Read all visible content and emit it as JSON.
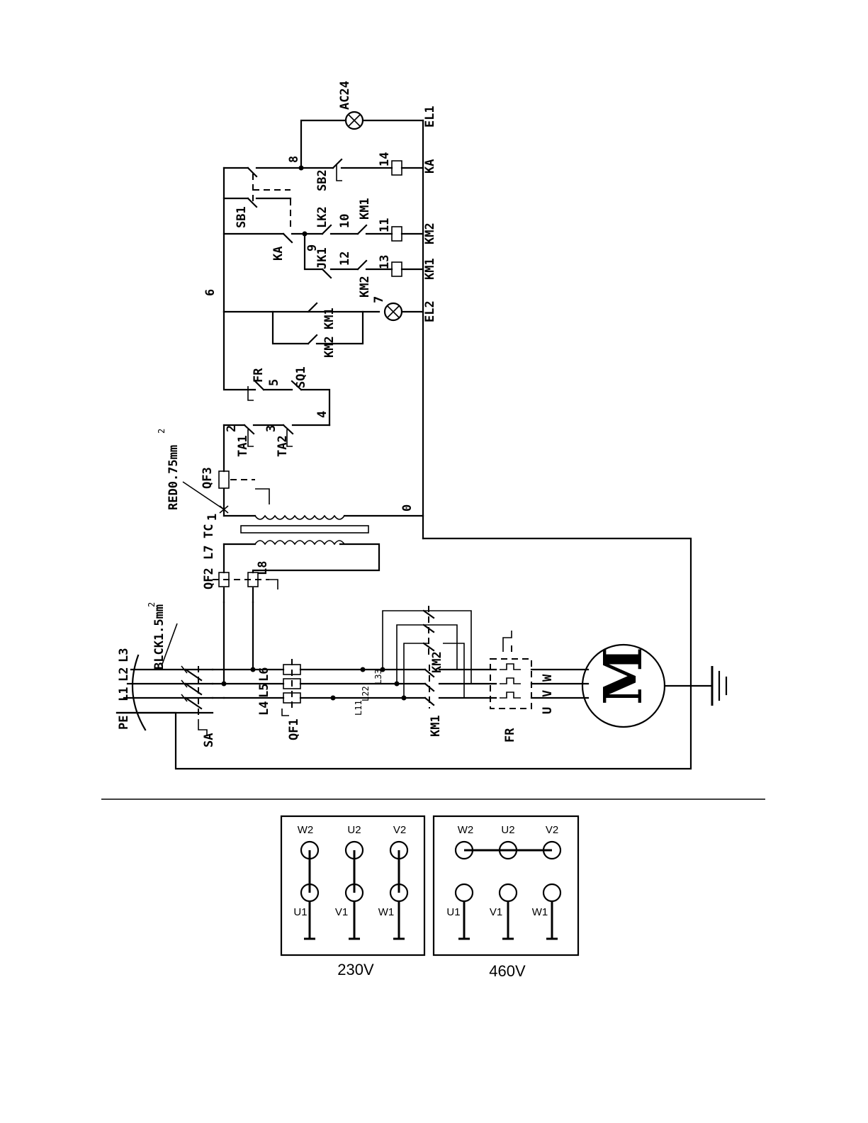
{
  "schematic": {
    "supply": [
      "PE",
      "L1",
      "L2",
      "L3"
    ],
    "wire_spec_main": "BLCK1.5mm",
    "wire_spec_main_sup": "2",
    "wire_spec_ctrl": "RED0.75mm",
    "wire_spec_ctrl_sup": "2",
    "sa": "SA",
    "qf1": "QF1",
    "qf2": "QF2",
    "qf3": "QF3",
    "tc": "TC",
    "km1": "KM1",
    "km2": "KM2",
    "fr": "FR",
    "motor": "M",
    "motor_terms": [
      "U",
      "V",
      "W"
    ],
    "line_labels": [
      "L4",
      "L5",
      "L6",
      "L7",
      "L8",
      "L11",
      "L22",
      "L33"
    ],
    "node_labels": [
      "0",
      "1",
      "2",
      "3",
      "4",
      "5",
      "6",
      "7",
      "8",
      "9",
      "10",
      "11",
      "12",
      "13",
      "14"
    ],
    "ctrl_labels": {
      "ta1": "TA1",
      "ta2": "TA2",
      "fr": "FR",
      "sq1": "SQ1",
      "km2a": "KM2",
      "km1a": "KM1",
      "km2b": "KM2",
      "el2": "EL2",
      "km1c": "KM1",
      "ka": "KA",
      "jk1": "JK1",
      "km1d": "KM1",
      "lk2": "LK2",
      "km2c": "KM2",
      "sb1": "SB1",
      "sb2": "SB2",
      "ka_coil": "KA",
      "ac24": "AC24",
      "el1": "EL1"
    }
  },
  "terminal_boxes": [
    {
      "top": [
        "W2",
        "U2",
        "V2"
      ],
      "bottom": [
        "U1",
        "V1",
        "W1"
      ],
      "voltage": "230V"
    },
    {
      "top": [
        "W2",
        "U2",
        "V2"
      ],
      "bottom": [
        "U1",
        "V1",
        "W1"
      ],
      "voltage": "460V"
    }
  ]
}
